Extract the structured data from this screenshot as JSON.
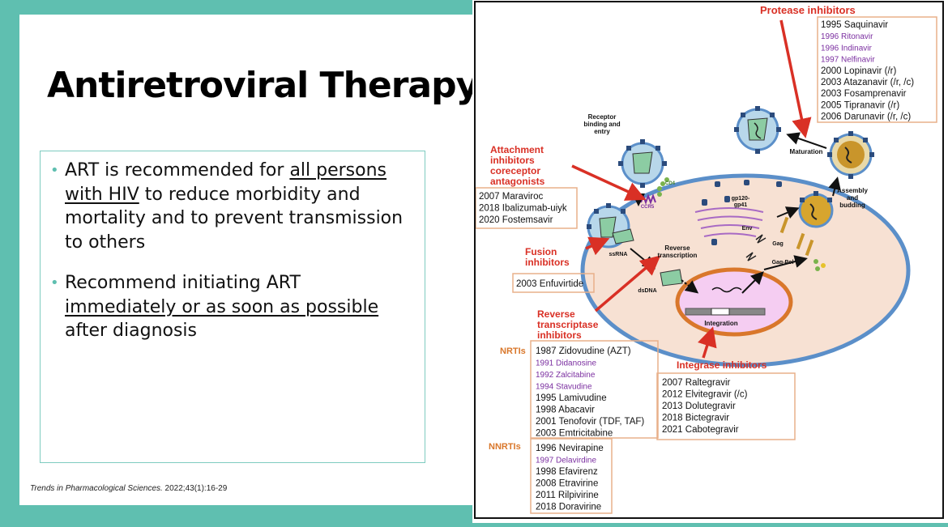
{
  "slide": {
    "title": "Antiretroviral Therapy",
    "bullets": [
      {
        "pre": "ART is recommended for ",
        "underlined": "all persons with HIV",
        "post": " to reduce morbidity and mortality and to prevent transmission to others"
      },
      {
        "pre": "Recommend initiating ART ",
        "underlined": "immediately or as soon as possible",
        "post": " after diagnosis"
      }
    ],
    "citation": {
      "journal": "Trends in Pharmacological Sciences.",
      "ref": " 2022;43(1):16-29"
    }
  },
  "figure": {
    "colors": {
      "red": "#d93025",
      "orange": "#d9772b",
      "purple": "#7b2fa0",
      "cell_fill": "#f7e1d3",
      "cell_border": "#5b8fc9",
      "nucleus_fill": "#f5cdf2",
      "nucleus_border": "#d9772b"
    },
    "labels": {
      "receptor": [
        "Receptor",
        "binding and",
        "entry"
      ],
      "cd4": "CD4",
      "ccr5": "CCR5",
      "gp": [
        "gp120-",
        "gp41"
      ],
      "env": "Env",
      "ssrna": "ssRNA",
      "rt": [
        "Reverse",
        "transcription"
      ],
      "dsdna": "dsDNA",
      "integration": "Integration",
      "gag": "Gag",
      "gagpol": "Gag-Pol",
      "assembly": [
        "Assembly",
        "and",
        "budding"
      ],
      "maturation": "Maturation"
    },
    "classes": {
      "protease": "Protease inhibitors",
      "attachment": [
        "Attachment",
        "inhibitors",
        "coreceptor",
        "antagonists"
      ],
      "fusion": [
        "Fusion",
        "inhibitors"
      ],
      "rti": [
        "Reverse",
        "transcriptase",
        "inhibitors"
      ],
      "integrase": "Integrase inhibitors",
      "nrti": "NRTIs",
      "nnrti": "NNRTIs"
    },
    "boxes": {
      "protease": [
        {
          "t": "1995 Saquinavir",
          "w": false
        },
        {
          "t": "1996 Ritonavir",
          "w": true
        },
        {
          "t": "1996 Indinavir",
          "w": true
        },
        {
          "t": "1997 Nelfinavir",
          "w": true
        },
        {
          "t": "2000 Lopinavir (/r)",
          "w": false
        },
        {
          "t": "2003 Atazanavir (/r, /c)",
          "w": false
        },
        {
          "t": "2003 Fosamprenavir",
          "w": false
        },
        {
          "t": "2005 Tipranavir (/r)",
          "w": false
        },
        {
          "t": "2006 Darunavir (/r, /c)",
          "w": false
        }
      ],
      "attachment": [
        {
          "t": "2007 Maraviroc",
          "w": false
        },
        {
          "t": "2018 Ibalizumab-uiyk",
          "w": false
        },
        {
          "t": "2020 Fostemsavir",
          "w": false
        }
      ],
      "fusion": [
        {
          "t": "2003 Enfuvirtide",
          "w": false
        }
      ],
      "nrti": [
        {
          "t": "1987 Zidovudine (AZT)",
          "w": false
        },
        {
          "t": "1991 Didanosine",
          "w": true
        },
        {
          "t": "1992 Zalcitabine",
          "w": true
        },
        {
          "t": "1994 Stavudine",
          "w": true
        },
        {
          "t": "1995 Lamivudine",
          "w": false
        },
        {
          "t": "1998 Abacavir",
          "w": false
        },
        {
          "t": "2001 Tenofovir (TDF, TAF)",
          "w": false
        },
        {
          "t": "2003 Emtricitabine",
          "w": false
        }
      ],
      "nnrti": [
        {
          "t": "1996 Nevirapine",
          "w": false
        },
        {
          "t": "1997 Delavirdine",
          "w": true
        },
        {
          "t": "1998 Efavirenz",
          "w": false
        },
        {
          "t": "2008 Etravirine",
          "w": false
        },
        {
          "t": "2011 Rilpivirine",
          "w": false
        },
        {
          "t": "2018 Doravirine",
          "w": false
        }
      ],
      "integrase": [
        {
          "t": "2007 Raltegravir",
          "w": false
        },
        {
          "t": "2012 Elvitegravir (/c)",
          "w": false
        },
        {
          "t": "2013 Dolutegravir",
          "w": false
        },
        {
          "t": "2018 Bictegravir",
          "w": false
        },
        {
          "t": "2021 Cabotegravir",
          "w": false
        }
      ]
    }
  }
}
